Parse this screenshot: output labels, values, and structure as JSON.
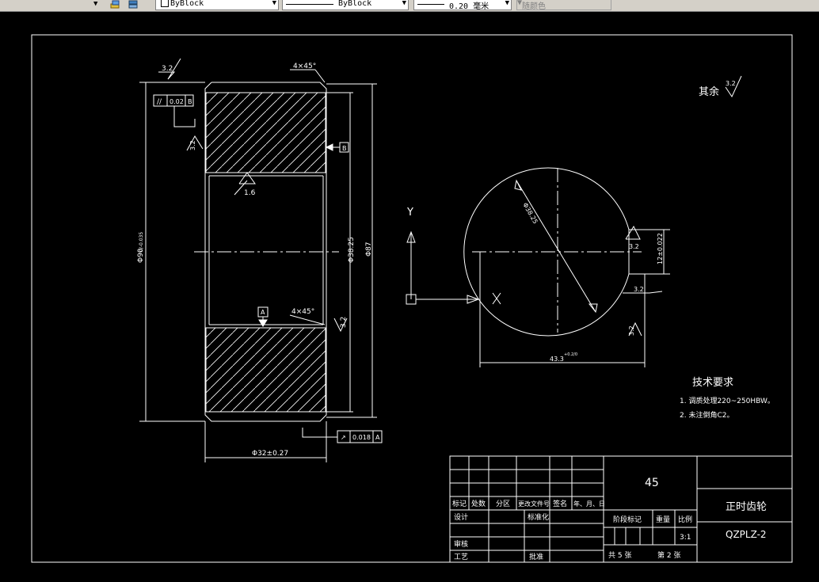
{
  "toolbar": {
    "layer_combo": "ByBlock",
    "linetype_combo": "ByBlock",
    "lineweight_combo": "0.20 毫米",
    "color_combo": "随颜色"
  },
  "drawing": {
    "roughness_top_left": "3.2",
    "chamfer_top": "4×45°",
    "parallelism": {
      "symbol": "//",
      "value": "0.02",
      "datum": "B"
    },
    "datum_b": "B",
    "roughness_bore_left": "3.2",
    "roughness_bore": "1.6",
    "datum_a": "A",
    "chamfer_bottom": "4×45°",
    "roughness_right_face": "3.2",
    "dim_outer_dia": "Φ90",
    "dim_outer_tol": "0/-0.035",
    "dim_bore_dia": "Φ38.25",
    "dim_hub_dia": "Φ87",
    "runout": {
      "value": "0.018",
      "datum": "A"
    },
    "dim_width": "Φ32±0.27",
    "other_roughness_label": "其余",
    "other_roughness_value": "3.2",
    "view_label": "Y",
    "section_bore_dia": "Φ38.25",
    "keyway_roughness": "3.2",
    "keyway_width": "12±0.022",
    "keyway_roughness2": "3.2",
    "keyway_bottom_roughness": "3.2",
    "dim_keyway_depth": "43.3",
    "dim_keyway_depth_tol": "+0.2/0",
    "tech_title": "技术要求",
    "tech_req_1": "1. 调质处理220~250HBW。",
    "tech_req_2": "2. 未注倒角C2。"
  },
  "title_block": {
    "material": "45",
    "part_name": "正时齿轮",
    "drawing_no": "QZPLZ-2",
    "h_mark": "标记",
    "h_count": "处数",
    "h_zone": "分区",
    "h_docno": "更改文件号",
    "h_sign": "签名",
    "h_date": "年、月、日",
    "design": "设计",
    "standardize": "标准化",
    "review": "审核",
    "process": "工艺",
    "approve": "批准",
    "stage_mark": "阶段标记",
    "weight": "重量",
    "scale_label": "比例",
    "scale_value": "3:1",
    "sheets": "共 5 张",
    "sheet_no": "第 2 张"
  }
}
